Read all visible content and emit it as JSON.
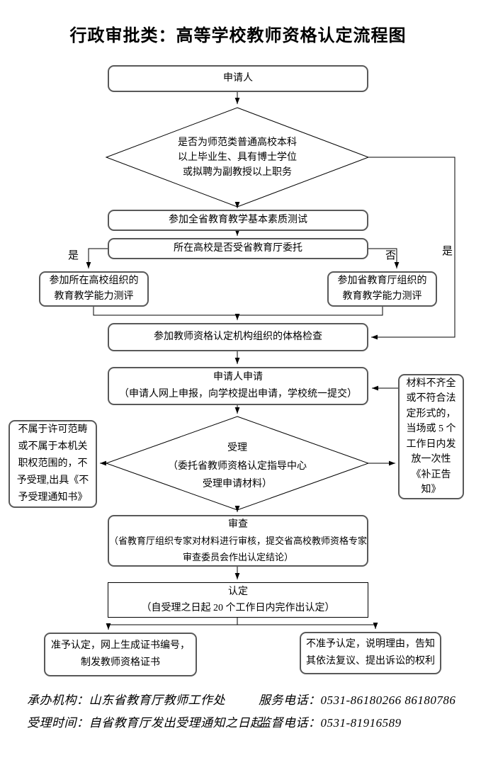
{
  "title": "行政审批类：高等学校教师资格认定流程图",
  "nodes": {
    "applicant": "申请人",
    "qualification_check": "是否为师范类普通高校本科\n以上毕业生、具有博士学位\n或拟聘为副教授以上职务",
    "quality_test": "参加全省教育教学基本素质测试",
    "entrust_check": "所在高校是否受省教育厅委托",
    "univ_eval": "参加所在高校组织的\n教育教学能力测评",
    "dept_eval": "参加省教育厅组织的\n教育教学能力测评",
    "physical_exam": "参加教师资格认定机构组织的体格检查",
    "apply_title": "申请人申请",
    "apply_sub": "（申请人网上申报，向学校提出申请，学校统一提交）",
    "accept_title": "受理",
    "accept_sub": "（委托省教师资格认定指导中心\n受理申请材料）",
    "review_title": "审查",
    "review_sub": "（省教育厅组织专家对材料进行审核，提交省高校教师资格专家\n审查委员会作出认定结论）",
    "determine_title": "认定",
    "determine_sub": "（自受理之日起 20 个工作日内完作出认定）",
    "approve": "准予认定，网上生成证书编号，\n制发教师资格证书",
    "reject": "不准予认定，说明理由，告知\n其依法复议、提出诉讼的权利",
    "not_accepted": "不属于许可范畴\n或不属于本机关\n职权范围的，不\n予受理,出具《不\n予受理通知书》",
    "supplement_notice": "材料不齐全\n或不符合法\n定形式的，\n当场或 5 个\n工作日内发\n放一次性\n《补正告\n知》"
  },
  "labels": {
    "yes_left": "是",
    "no_right": "否",
    "yes_right": "是"
  },
  "footer": {
    "agency": "承办机构：山东省教育厅教师工作处",
    "service_phone": "服务电话：0531-86180266 86180786",
    "accept_time": "受理时间：自省教育厅发出受理通知之日起",
    "supervise_phone": "监督电话：0531-81916589"
  },
  "colors": {
    "line": "#000000",
    "box_border": "#595959",
    "text": "#000000",
    "background": "#ffffff"
  }
}
